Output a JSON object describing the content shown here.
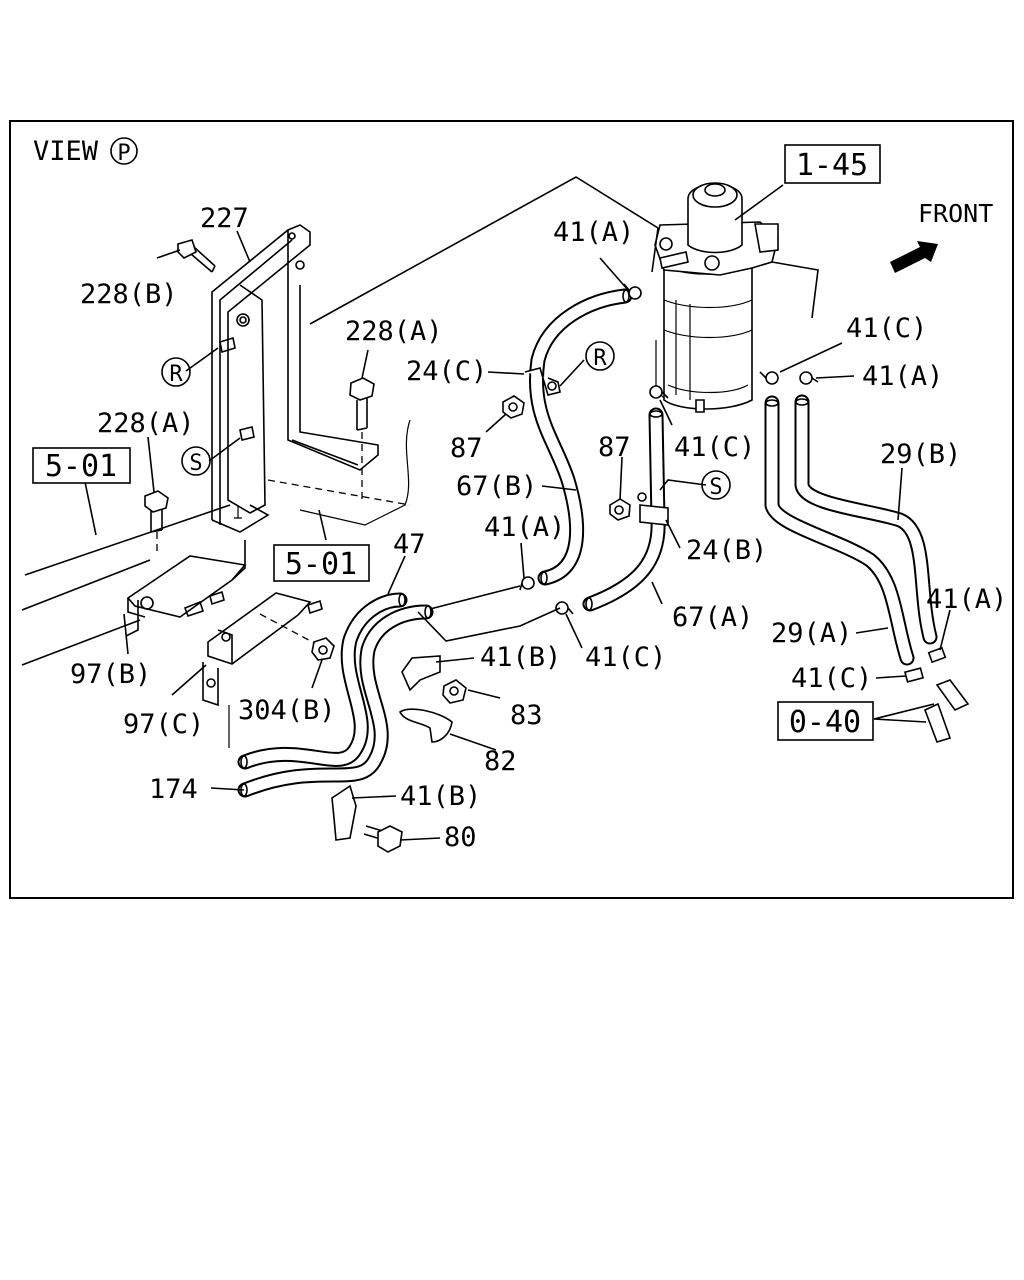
{
  "header": {
    "view_label": "VIEW",
    "view_marker": "P",
    "front_label": "FRONT"
  },
  "markers": {
    "r": "R",
    "s": "S"
  },
  "labels": {
    "l_227": "227",
    "l_228b": "228(B)",
    "l_228a_top": "228(A)",
    "l_228a_left": "228(A)",
    "l_5_01_left": "5-01",
    "l_5_01_mid": "5-01",
    "l_1_45": "1-45",
    "l_41a_top": "41(A)",
    "l_24c": "24(C)",
    "l_87_left": "87",
    "l_67b": "67(B)",
    "l_41a_mid": "41(A)",
    "l_47": "47",
    "l_97b": "97(B)",
    "l_97c": "97(C)",
    "l_304b": "304(B)",
    "l_41b_mid": "41(B)",
    "l_41c_mid": "41(C)",
    "l_83": "83",
    "l_82": "82",
    "l_174": "174",
    "l_41b_low": "41(B)",
    "l_80": "80",
    "l_87_right": "87",
    "l_41c_filter": "41(C)",
    "l_24b": "24(B)",
    "l_67a": "67(A)",
    "l_41c_right": "41(C)",
    "l_41a_right": "41(A)",
    "l_29b": "29(B)",
    "l_29a": "29(A)",
    "l_41a_far": "41(A)",
    "l_41c_low": "41(C)",
    "l_0_40": "0-40"
  }
}
